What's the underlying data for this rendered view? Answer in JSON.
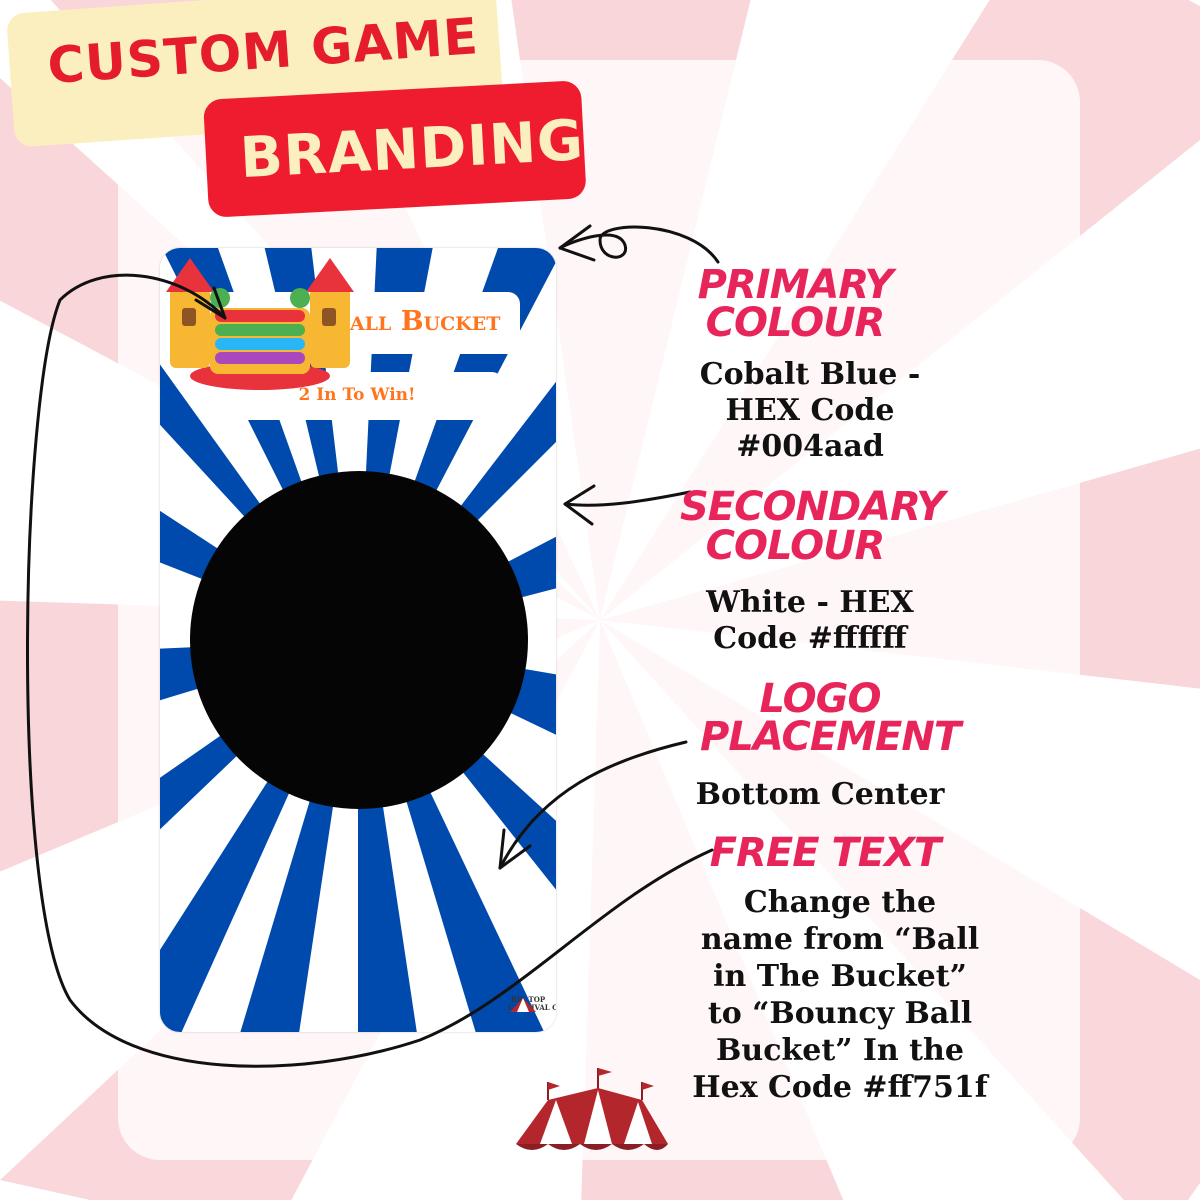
{
  "colors": {
    "primary": "#004aad",
    "secondary": "#ffffff",
    "free_text": "#ff751f",
    "heading_pink": "#e8255b",
    "tag_red": "#ee1c2e",
    "tag_cream": "#fbefbf",
    "background_swirl": "#f7c9cd"
  },
  "header": {
    "line1": "CUSTOM GAME",
    "line2": "BRANDING"
  },
  "board": {
    "title": "Bouncy Ball Bucket",
    "subtitle": "2 In To Win!",
    "logo_line1": "BIG TOP",
    "logo_line2": "CARNIVAL CO."
  },
  "sections": {
    "primary": {
      "heading1": "PRIMARY",
      "heading2": "COLOUR",
      "desc1": "Cobalt Blue -",
      "desc2": "HEX Code",
      "desc3": "#004aad"
    },
    "secondary": {
      "heading1": "SECONDARY",
      "heading2": "COLOUR",
      "desc1": "White - HEX",
      "desc2": "Code #ffffff"
    },
    "logo": {
      "heading1": "LOGO",
      "heading2": "PLACEMENT",
      "desc1": "Bottom Center"
    },
    "free_text": {
      "heading1": "FREE TEXT",
      "desc1": "Change the",
      "desc2": "name from “Ball",
      "desc3": "in The Bucket”",
      "desc4": "to “Bouncy Ball",
      "desc5": "Bucket” In the",
      "desc6": "Hex Code #ff751f"
    }
  },
  "icons": {
    "tent": "circus-tent-icon",
    "bounce_house": "bounce-house-icon",
    "arrows": "curved-arrow-icon"
  }
}
